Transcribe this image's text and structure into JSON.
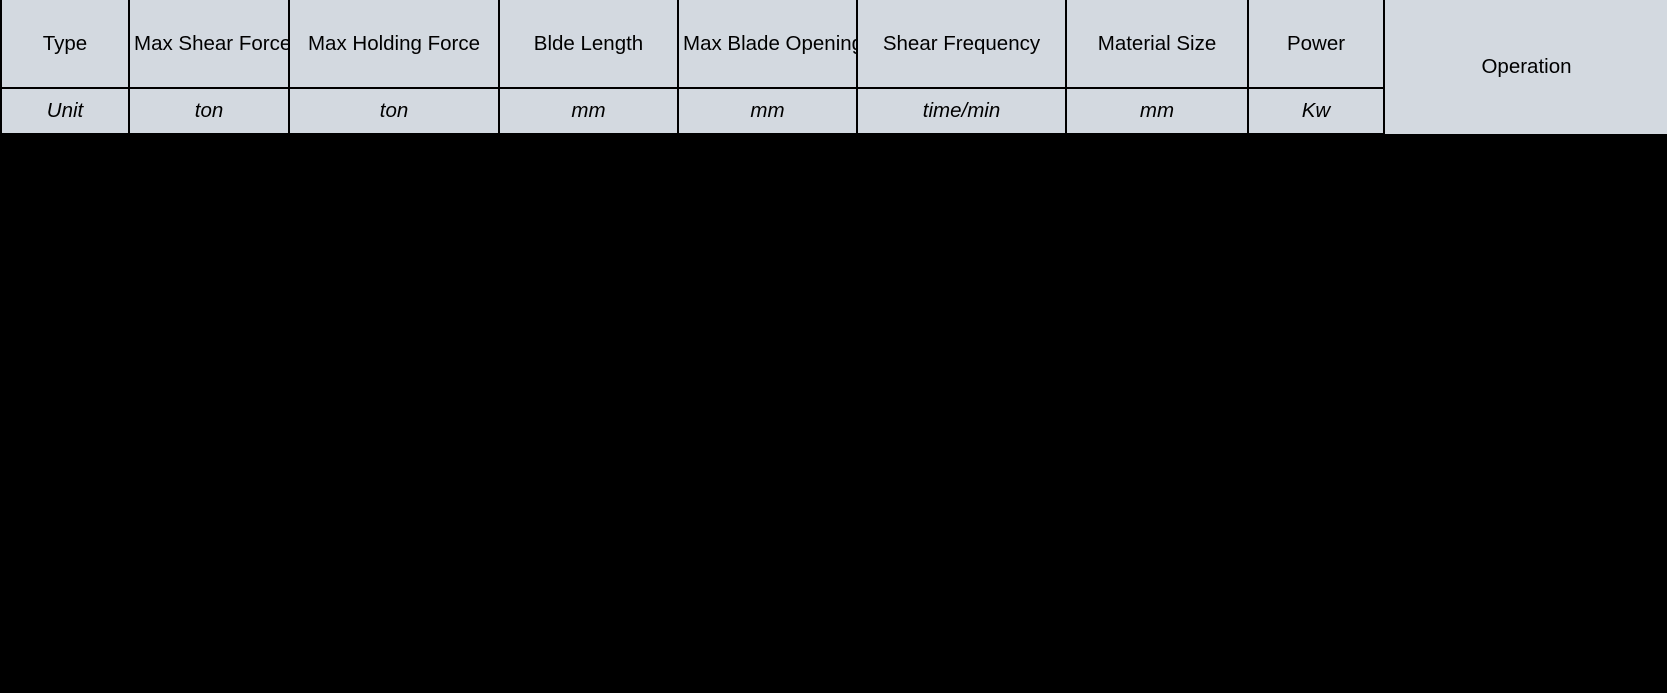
{
  "table": {
    "name": "machine-specification-header",
    "columns": [
      {
        "header": "Type",
        "unit": "Unit"
      },
      {
        "header": "Max Shear Force",
        "unit": "ton"
      },
      {
        "header": "Max Holding  Force",
        "unit": "ton"
      },
      {
        "header": "Blde Length",
        "unit": "mm"
      },
      {
        "header": "Max Blade Opening",
        "unit": "mm"
      },
      {
        "header": "Shear Frequency",
        "unit": "time/min"
      },
      {
        "header": "Material Size",
        "unit": "mm"
      },
      {
        "header": "Power",
        "unit": "Kw"
      }
    ],
    "merged_column": {
      "header": "Operation",
      "spans_rows": 2
    },
    "colors": {
      "cell_background": "#d3d9e0",
      "border": "#000000",
      "text": "#000000",
      "page_background": "#000000"
    }
  }
}
